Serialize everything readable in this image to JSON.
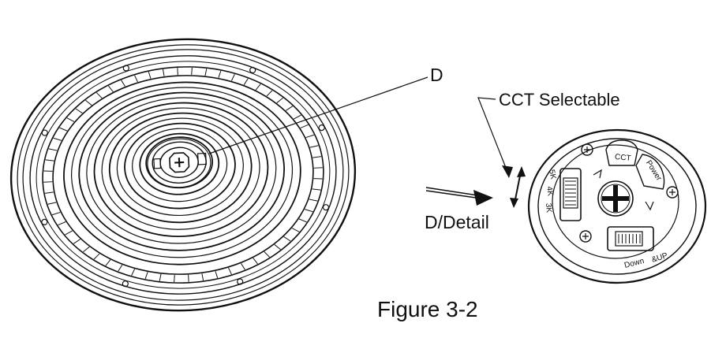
{
  "labels": {
    "callout_d": "D",
    "cct_selectable": "CCT Selectable",
    "detail": "D/Detail",
    "caption": "Figure 3-2"
  },
  "module": {
    "button_cct": "CCT",
    "button_power": "Power",
    "switch_label_5k": "5K",
    "switch_label_4k": "4K",
    "switch_label_3k": "3K",
    "power_label_down": "Down",
    "power_label_up": "&UP"
  },
  "colors": {
    "line": "#111111",
    "background": "#ffffff"
  }
}
